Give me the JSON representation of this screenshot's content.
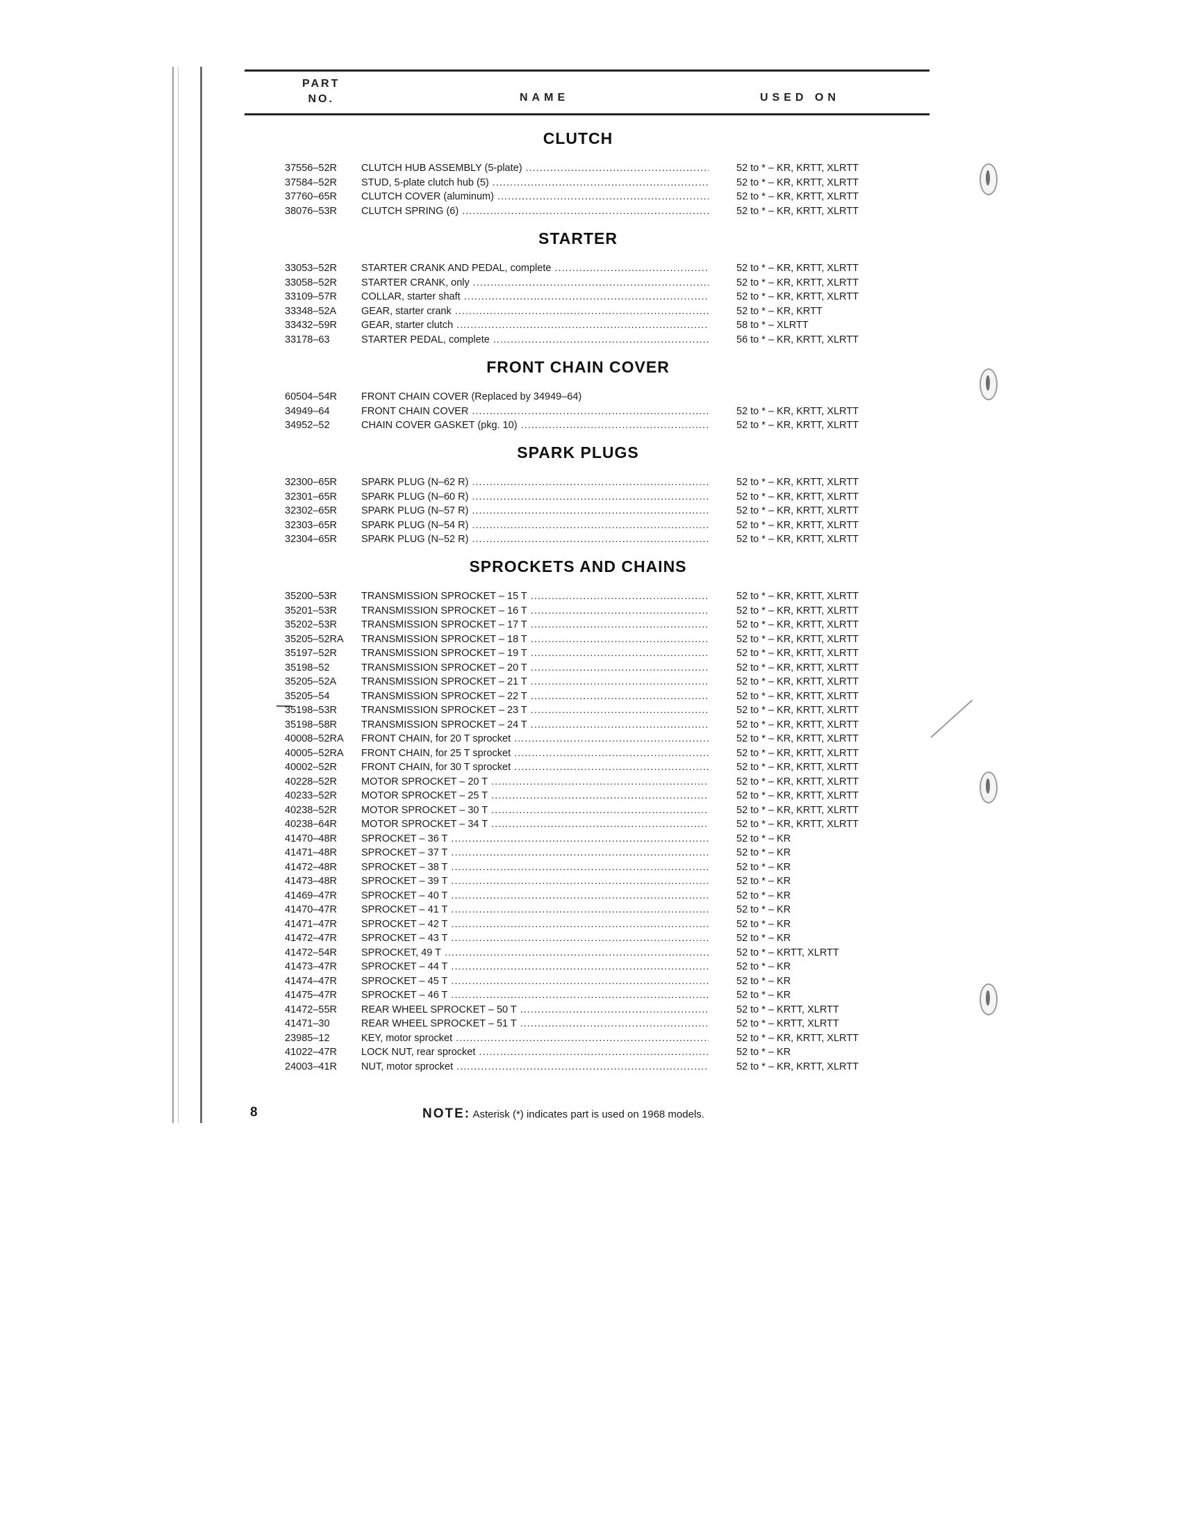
{
  "header": {
    "part_line1": "PART",
    "part_line2": "NO.",
    "name": "NAME",
    "used_on": "USED ON"
  },
  "sections": [
    {
      "title": "CLUTCH",
      "rows": [
        {
          "part": "37556–52R",
          "name": "CLUTCH HUB ASSEMBLY (5-plate)",
          "used": "52 to * – KR, KRTT, XLRTT"
        },
        {
          "part": "37584–52R",
          "name": "STUD, 5-plate clutch hub (5)",
          "used": "52 to * – KR, KRTT, XLRTT"
        },
        {
          "part": "37760–65R",
          "name": "CLUTCH COVER (aluminum)",
          "used": "52 to * – KR, KRTT, XLRTT"
        },
        {
          "part": "38076–53R",
          "name": "CLUTCH SPRING (6)",
          "used": "52 to * – KR, KRTT, XLRTT"
        }
      ]
    },
    {
      "title": "STARTER",
      "rows": [
        {
          "part": "33053–52R",
          "name": "STARTER CRANK AND PEDAL, complete",
          "used": "52 to * – KR, KRTT, XLRTT"
        },
        {
          "part": "33058–52R",
          "name": "STARTER CRANK, only",
          "used": "52 to * – KR, KRTT, XLRTT"
        },
        {
          "part": "33109–57R",
          "name": "COLLAR, starter shaft",
          "used": "52 to * – KR, KRTT, XLRTT"
        },
        {
          "part": "33348–52A",
          "name": "GEAR, starter crank",
          "used": "52 to * – KR, KRTT"
        },
        {
          "part": "33432–59R",
          "name": "GEAR, starter clutch",
          "used": "58 to * – XLRTT"
        },
        {
          "part": "33178–63",
          "name": "STARTER PEDAL, complete",
          "used": "56 to * – KR, KRTT, XLRTT"
        }
      ]
    },
    {
      "title": "FRONT CHAIN COVER",
      "rows": [
        {
          "part": "60504–54R",
          "name": "FRONT CHAIN COVER (Replaced by 34949–64)",
          "used": ""
        },
        {
          "part": "34949–64",
          "name": "FRONT CHAIN COVER",
          "used": "52 to * – KR, KRTT, XLRTT"
        },
        {
          "part": "34952–52",
          "name": "CHAIN COVER GASKET (pkg. 10)",
          "used": "52 to * – KR, KRTT, XLRTT"
        }
      ]
    },
    {
      "title": "SPARK PLUGS",
      "rows": [
        {
          "part": "32300–65R",
          "name": "SPARK PLUG (N–62 R)",
          "used": "52 to * – KR, KRTT, XLRTT"
        },
        {
          "part": "32301–65R",
          "name": "SPARK PLUG (N–60 R)",
          "used": "52 to * – KR, KRTT, XLRTT"
        },
        {
          "part": "32302–65R",
          "name": "SPARK PLUG (N–57 R)",
          "used": "52 to * – KR, KRTT, XLRTT"
        },
        {
          "part": "32303–65R",
          "name": "SPARK PLUG (N–54 R)",
          "used": "52 to * – KR, KRTT, XLRTT"
        },
        {
          "part": "32304–65R",
          "name": "SPARK PLUG (N–52 R)",
          "used": "52 to * – KR, KRTT, XLRTT"
        }
      ]
    },
    {
      "title": "SPROCKETS AND CHAINS",
      "rows": [
        {
          "part": "35200–53R",
          "name": "TRANSMISSION SPROCKET – 15 T",
          "used": "52 to * – KR, KRTT, XLRTT"
        },
        {
          "part": "35201–53R",
          "name": "TRANSMISSION SPROCKET – 16 T",
          "used": "52 to * – KR, KRTT, XLRTT"
        },
        {
          "part": "35202–53R",
          "name": "TRANSMISSION SPROCKET – 17 T",
          "used": "52 to * – KR, KRTT, XLRTT"
        },
        {
          "part": "35205–52RA",
          "name": "TRANSMISSION SPROCKET – 18 T",
          "used": "52 to * – KR, KRTT, XLRTT"
        },
        {
          "part": "35197–52R",
          "name": "TRANSMISSION SPROCKET – 19 T",
          "used": "52 to * – KR, KRTT, XLRTT"
        },
        {
          "part": "35198–52",
          "name": "TRANSMISSION SPROCKET – 20 T",
          "used": "52 to * – KR, KRTT, XLRTT"
        },
        {
          "part": "35205–52A",
          "name": "TRANSMISSION SPROCKET – 21 T",
          "used": "52 to * – KR, KRTT, XLRTT"
        },
        {
          "part": "35205–54",
          "name": "TRANSMISSION SPROCKET – 22 T",
          "used": "52 to * – KR, KRTT, XLRTT"
        },
        {
          "part": "35198–53R",
          "name": "TRANSMISSION SPROCKET – 23 T",
          "used": "52 to * – KR, KRTT, XLRTT"
        },
        {
          "part": "35198–58R",
          "name": "TRANSMISSION SPROCKET – 24 T",
          "used": "52 to * – KR, KRTT, XLRTT"
        },
        {
          "part": "40008–52RA",
          "name": "FRONT CHAIN, for 20 T sprocket",
          "used": "52 to * – KR, KRTT, XLRTT"
        },
        {
          "part": "40005–52RA",
          "name": "FRONT CHAIN, for 25 T sprocket",
          "used": "52 to * – KR, KRTT, XLRTT"
        },
        {
          "part": "40002–52R",
          "name": "FRONT CHAIN, for 30 T sprocket",
          "used": "52 to * – KR, KRTT, XLRTT"
        },
        {
          "part": "40228–52R",
          "name": "MOTOR SPROCKET – 20 T",
          "used": "52 to * – KR, KRTT, XLRTT"
        },
        {
          "part": "40233–52R",
          "name": "MOTOR SPROCKET – 25 T",
          "used": "52 to * – KR, KRTT, XLRTT"
        },
        {
          "part": "40238–52R",
          "name": "MOTOR SPROCKET – 30 T",
          "used": "52 to * – KR, KRTT, XLRTT"
        },
        {
          "part": "40238–64R",
          "name": "MOTOR SPROCKET – 34 T",
          "used": "52 to * – KR, KRTT, XLRTT"
        },
        {
          "part": "41470–48R",
          "name": "SPROCKET – 36 T",
          "used": "52 to * – KR"
        },
        {
          "part": "41471–48R",
          "name": "SPROCKET – 37 T",
          "used": "52 to * – KR"
        },
        {
          "part": "41472–48R",
          "name": "SPROCKET – 38 T",
          "used": "52 to * – KR"
        },
        {
          "part": "41473–48R",
          "name": "SPROCKET – 39 T",
          "used": "52 to * – KR"
        },
        {
          "part": "41469–47R",
          "name": "SPROCKET – 40 T",
          "used": "52 to * – KR"
        },
        {
          "part": "41470–47R",
          "name": "SPROCKET – 41 T",
          "used": "52 to * – KR"
        },
        {
          "part": "41471–47R",
          "name": "SPROCKET – 42 T",
          "used": "52 to * – KR"
        },
        {
          "part": "41472–47R",
          "name": "SPROCKET – 43 T",
          "used": "52 to * – KR"
        },
        {
          "part": "41472–54R",
          "name": "SPROCKET, 49 T",
          "used": "52 to * – KRTT, XLRTT"
        },
        {
          "part": "41473–47R",
          "name": "SPROCKET – 44 T",
          "used": "52 to * – KR"
        },
        {
          "part": "41474–47R",
          "name": "SPROCKET – 45 T",
          "used": "52 to * – KR"
        },
        {
          "part": "41475–47R",
          "name": "SPROCKET – 46 T",
          "used": "52 to * – KR"
        },
        {
          "part": "41472–55R",
          "name": "REAR WHEEL SPROCKET – 50 T",
          "used": "52 to * – KRTT, XLRTT"
        },
        {
          "part": "41471–30",
          "name": "REAR WHEEL SPROCKET – 51 T",
          "used": "52 to * – KRTT, XLRTT"
        },
        {
          "part": "23985–12",
          "name": "KEY, motor sprocket",
          "used": "52 to * – KR, KRTT, XLRTT"
        },
        {
          "part": "41022–47R",
          "name": "LOCK NUT, rear sprocket",
          "used": "52 to * – KR"
        },
        {
          "part": "24003–41R",
          "name": "NUT, motor sprocket",
          "used": "52 to * – KR, KRTT, XLRTT"
        }
      ]
    }
  ],
  "footer": {
    "page_number": "8",
    "note_lead": "NOTE:",
    "note_text": "Asterisk (*) indicates part is used on 1968 models."
  }
}
